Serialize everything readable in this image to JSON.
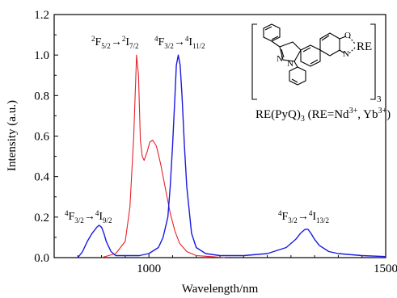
{
  "chart_data": {
    "type": "line",
    "xlabel": "Wavelength/nm",
    "ylabel": "Intensity (a.u.)",
    "xlim": [
      800,
      1500
    ],
    "ylim": [
      0,
      1.2
    ],
    "x_ticks": [
      1000,
      1500
    ],
    "y_ticks": [
      0.0,
      0.2,
      0.4,
      0.6,
      0.8,
      1.0,
      1.2
    ],
    "grid": false,
    "series": [
      {
        "color": "#e8202a",
        "x": [
          900,
          930,
          950,
          960,
          968,
          974,
          978,
          982,
          986,
          990,
          996,
          1002,
          1008,
          1016,
          1025,
          1035,
          1045,
          1055,
          1065,
          1080,
          1100,
          1130,
          1160
        ],
        "y": [
          0.0,
          0.02,
          0.08,
          0.25,
          0.6,
          1.0,
          0.9,
          0.58,
          0.5,
          0.48,
          0.52,
          0.57,
          0.58,
          0.55,
          0.46,
          0.34,
          0.22,
          0.13,
          0.07,
          0.03,
          0.01,
          0.005,
          0.0
        ]
      },
      {
        "color": "#1a1adf",
        "x": [
          850,
          860,
          870,
          880,
          890,
          895,
          900,
          905,
          910,
          920,
          930,
          950,
          980,
          1000,
          1020,
          1030,
          1040,
          1045,
          1050,
          1055,
          1058,
          1062,
          1066,
          1070,
          1075,
          1080,
          1090,
          1100,
          1120,
          1150,
          1200,
          1250,
          1290,
          1310,
          1320,
          1330,
          1336,
          1342,
          1350,
          1360,
          1380,
          1400,
          1450,
          1500
        ],
        "y": [
          0.0,
          0.03,
          0.08,
          0.12,
          0.15,
          0.16,
          0.15,
          0.12,
          0.08,
          0.03,
          0.01,
          0.01,
          0.01,
          0.02,
          0.05,
          0.1,
          0.2,
          0.35,
          0.55,
          0.8,
          0.95,
          1.0,
          0.95,
          0.8,
          0.55,
          0.35,
          0.12,
          0.05,
          0.02,
          0.01,
          0.01,
          0.02,
          0.05,
          0.09,
          0.12,
          0.14,
          0.14,
          0.12,
          0.09,
          0.06,
          0.03,
          0.02,
          0.01,
          0.005
        ]
      }
    ]
  },
  "annotations": [
    {
      "id": "yb",
      "pre1": "2",
      "base1": "F",
      "sub1": "5/2",
      "arrow": "→",
      "pre2": "2",
      "base2": "I",
      "sub2": "7/2"
    },
    {
      "id": "nd1",
      "pre1": "4",
      "base1": "F",
      "sub1": "3/2",
      "arrow": "→",
      "pre2": "4",
      "base2": "I",
      "sub2": "11/2"
    },
    {
      "id": "nd0",
      "pre1": "4",
      "base1": "F",
      "sub1": "3/2",
      "arrow": "→",
      "pre2": "4",
      "base2": "I",
      "sub2": "9/2"
    },
    {
      "id": "nd2",
      "pre1": "4",
      "base1": "F",
      "sub1": "3/2",
      "arrow": "→",
      "pre2": "4",
      "base2": "I",
      "sub2": "13/2"
    }
  ],
  "structure": {
    "metal_label": "RE",
    "n1": "N",
    "n2": "N",
    "n3": "N",
    "o": "O",
    "count": "3"
  },
  "compound": {
    "name": "RE(PyQ)",
    "sub": "3",
    "paren": " (RE=Nd",
    "sup1": "3+",
    "mid": ", Yb",
    "sup2": "3+",
    "close": ")"
  }
}
